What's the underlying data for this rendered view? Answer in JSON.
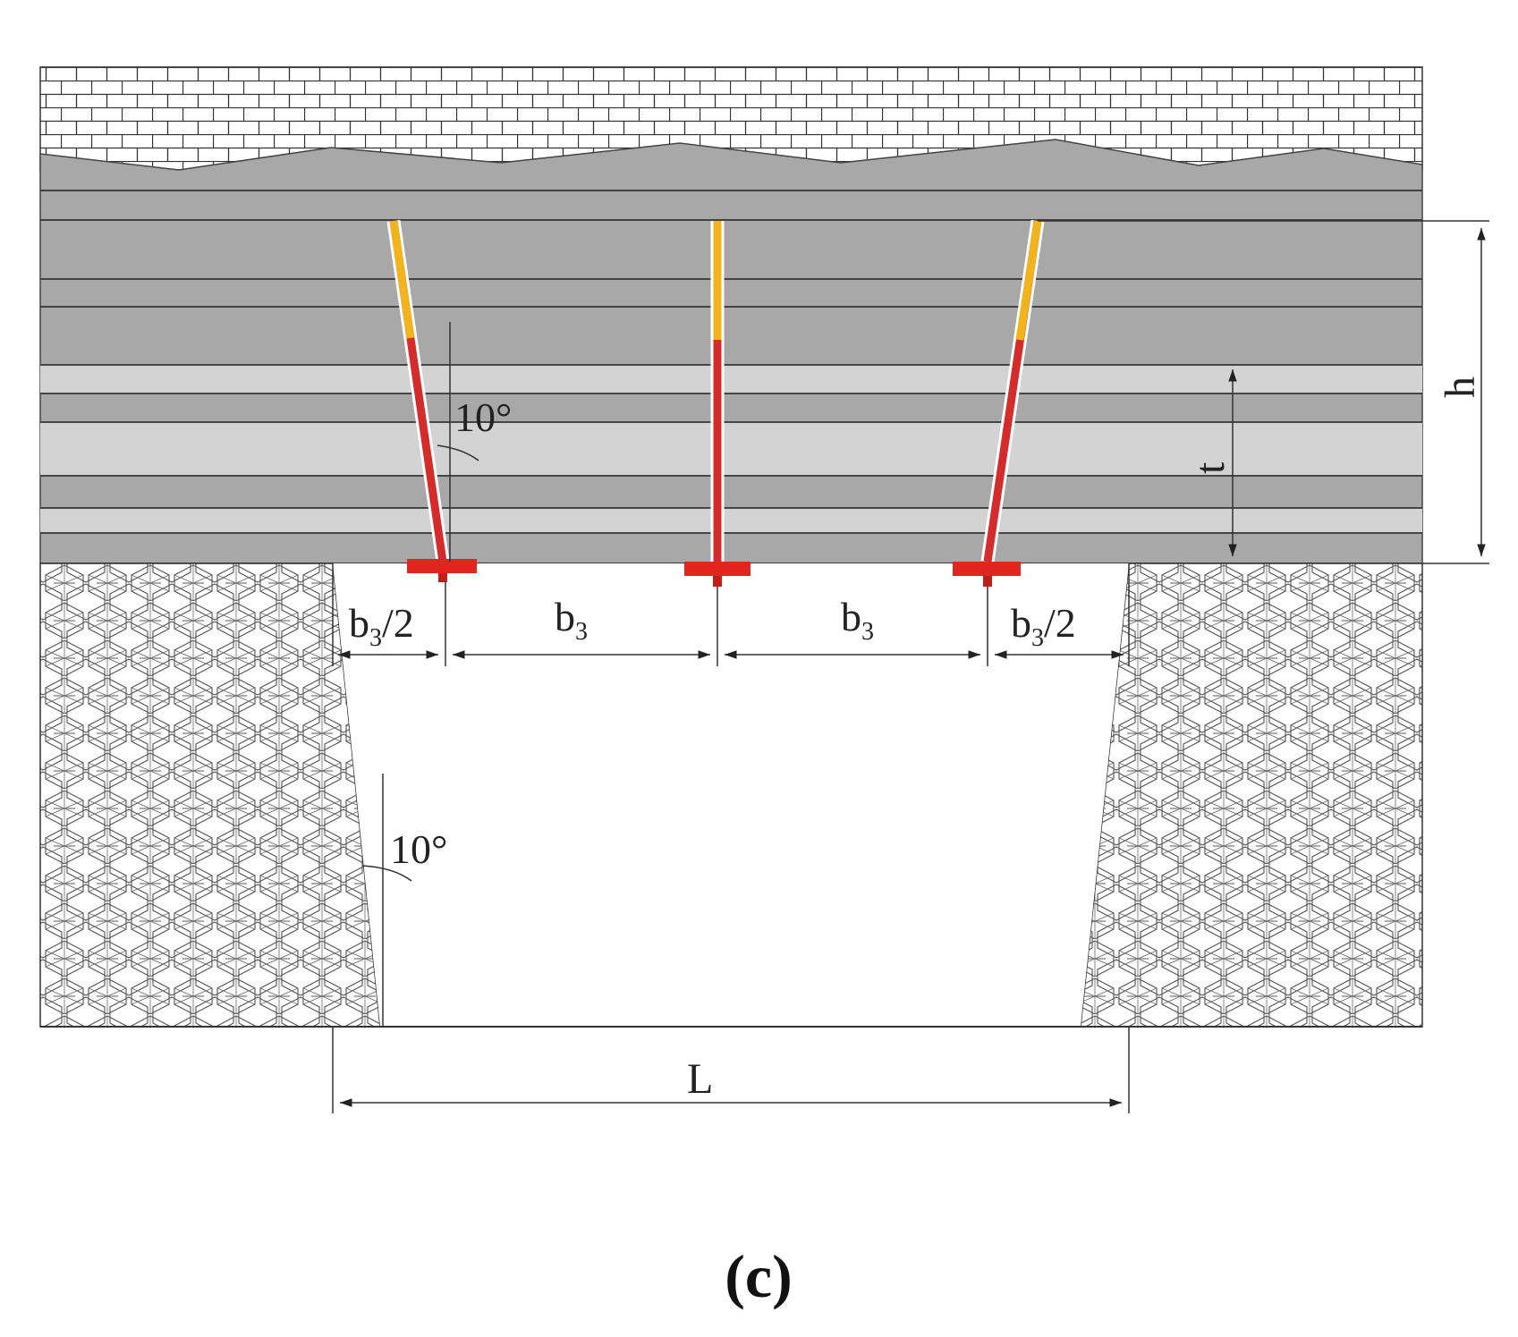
{
  "labels": {
    "b3_half": "b",
    "b3_half_sub": "3",
    "b3_half_suffix": "/2",
    "b3": "b",
    "b3_sub": "3",
    "h": "h",
    "t": "t",
    "L": "L",
    "angle_bolt": "10°",
    "angle_wall": "10°",
    "caption": "(c)"
  },
  "colors": {
    "roof_layer_dark": "#a8a8a8",
    "roof_layer_light": "#d3d3d3",
    "bolt_red": "#d42b2b",
    "bolt_anchor": "#f2b41c",
    "plate": "#e0261f",
    "outline": "#333333"
  }
}
